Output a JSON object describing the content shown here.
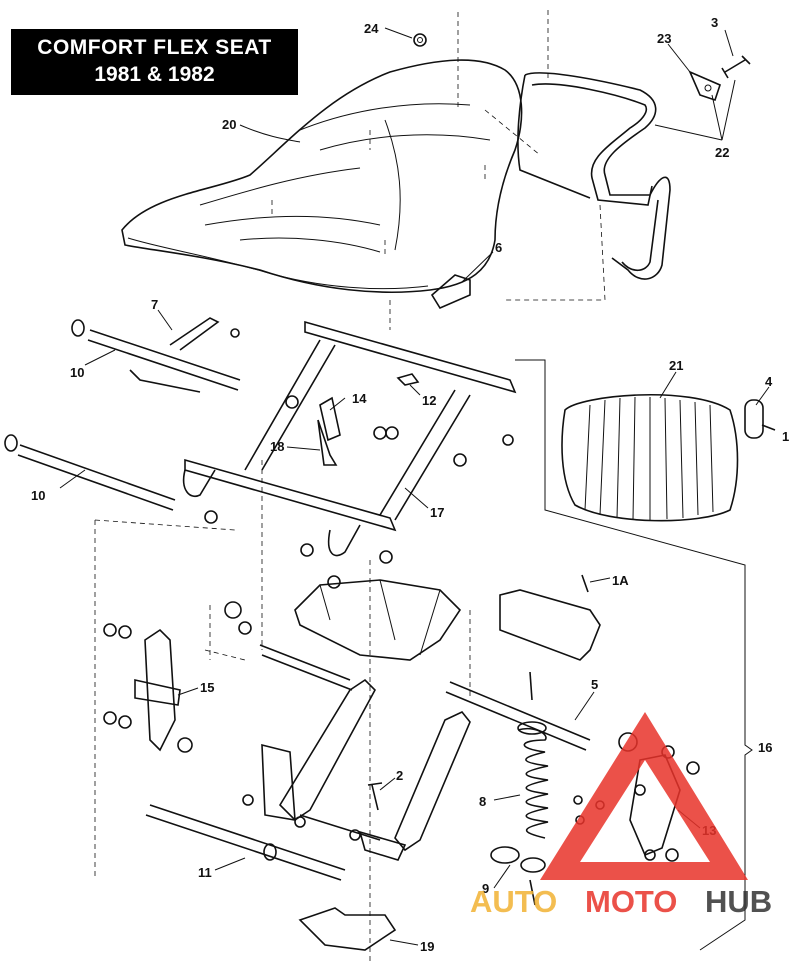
{
  "title": {
    "line1": "COMFORT FLEX SEAT",
    "line2": "1981 & 1982"
  },
  "callouts": {
    "c24": "24",
    "c3": "3",
    "c23": "23",
    "c22": "22",
    "c20": "20",
    "c6": "6",
    "c7": "7",
    "c10a": "10",
    "c10b": "10",
    "c14": "14",
    "c12": "12",
    "c18": "18",
    "c17": "17",
    "c21": "21",
    "c4": "4",
    "c1": "1",
    "c1a": "1A",
    "c15": "15",
    "c5": "5",
    "c16": "16",
    "c2": "2",
    "c8": "8",
    "c13": "13",
    "c11": "11",
    "c9": "9",
    "c19": "19"
  },
  "watermark": {
    "part1": "AUTO",
    "part2": "MOTO",
    "part3": "HUB",
    "color_primary": "#e8332a",
    "color_secondary": "#f2b233",
    "color_tertiary": "#333333"
  }
}
